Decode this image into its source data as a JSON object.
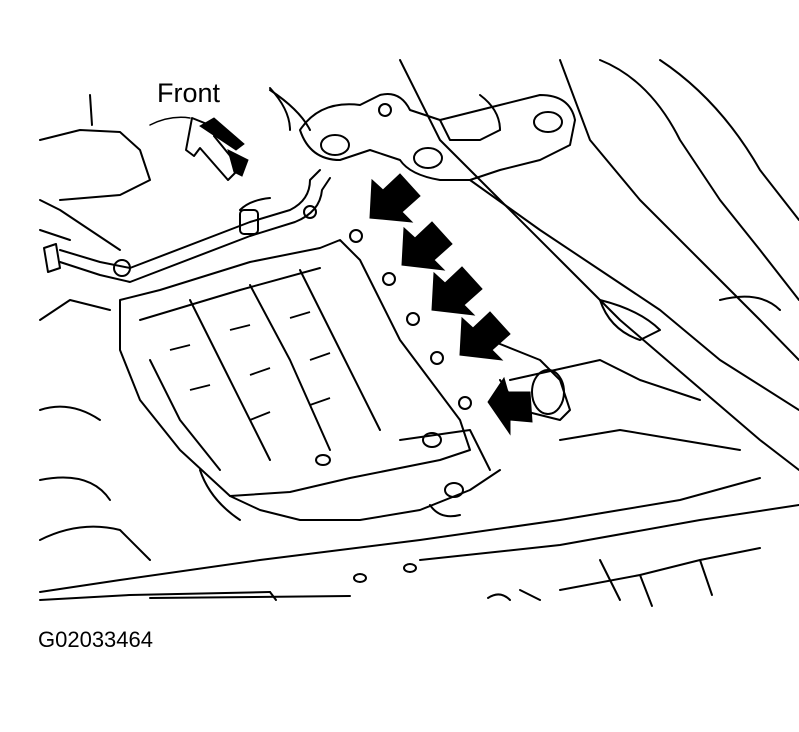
{
  "diagram": {
    "front_label": "Front",
    "figure_code": "G02033464",
    "colors": {
      "line": "#000000",
      "background": "#ffffff"
    },
    "arrow_count": 5,
    "bolt_count": 6
  }
}
